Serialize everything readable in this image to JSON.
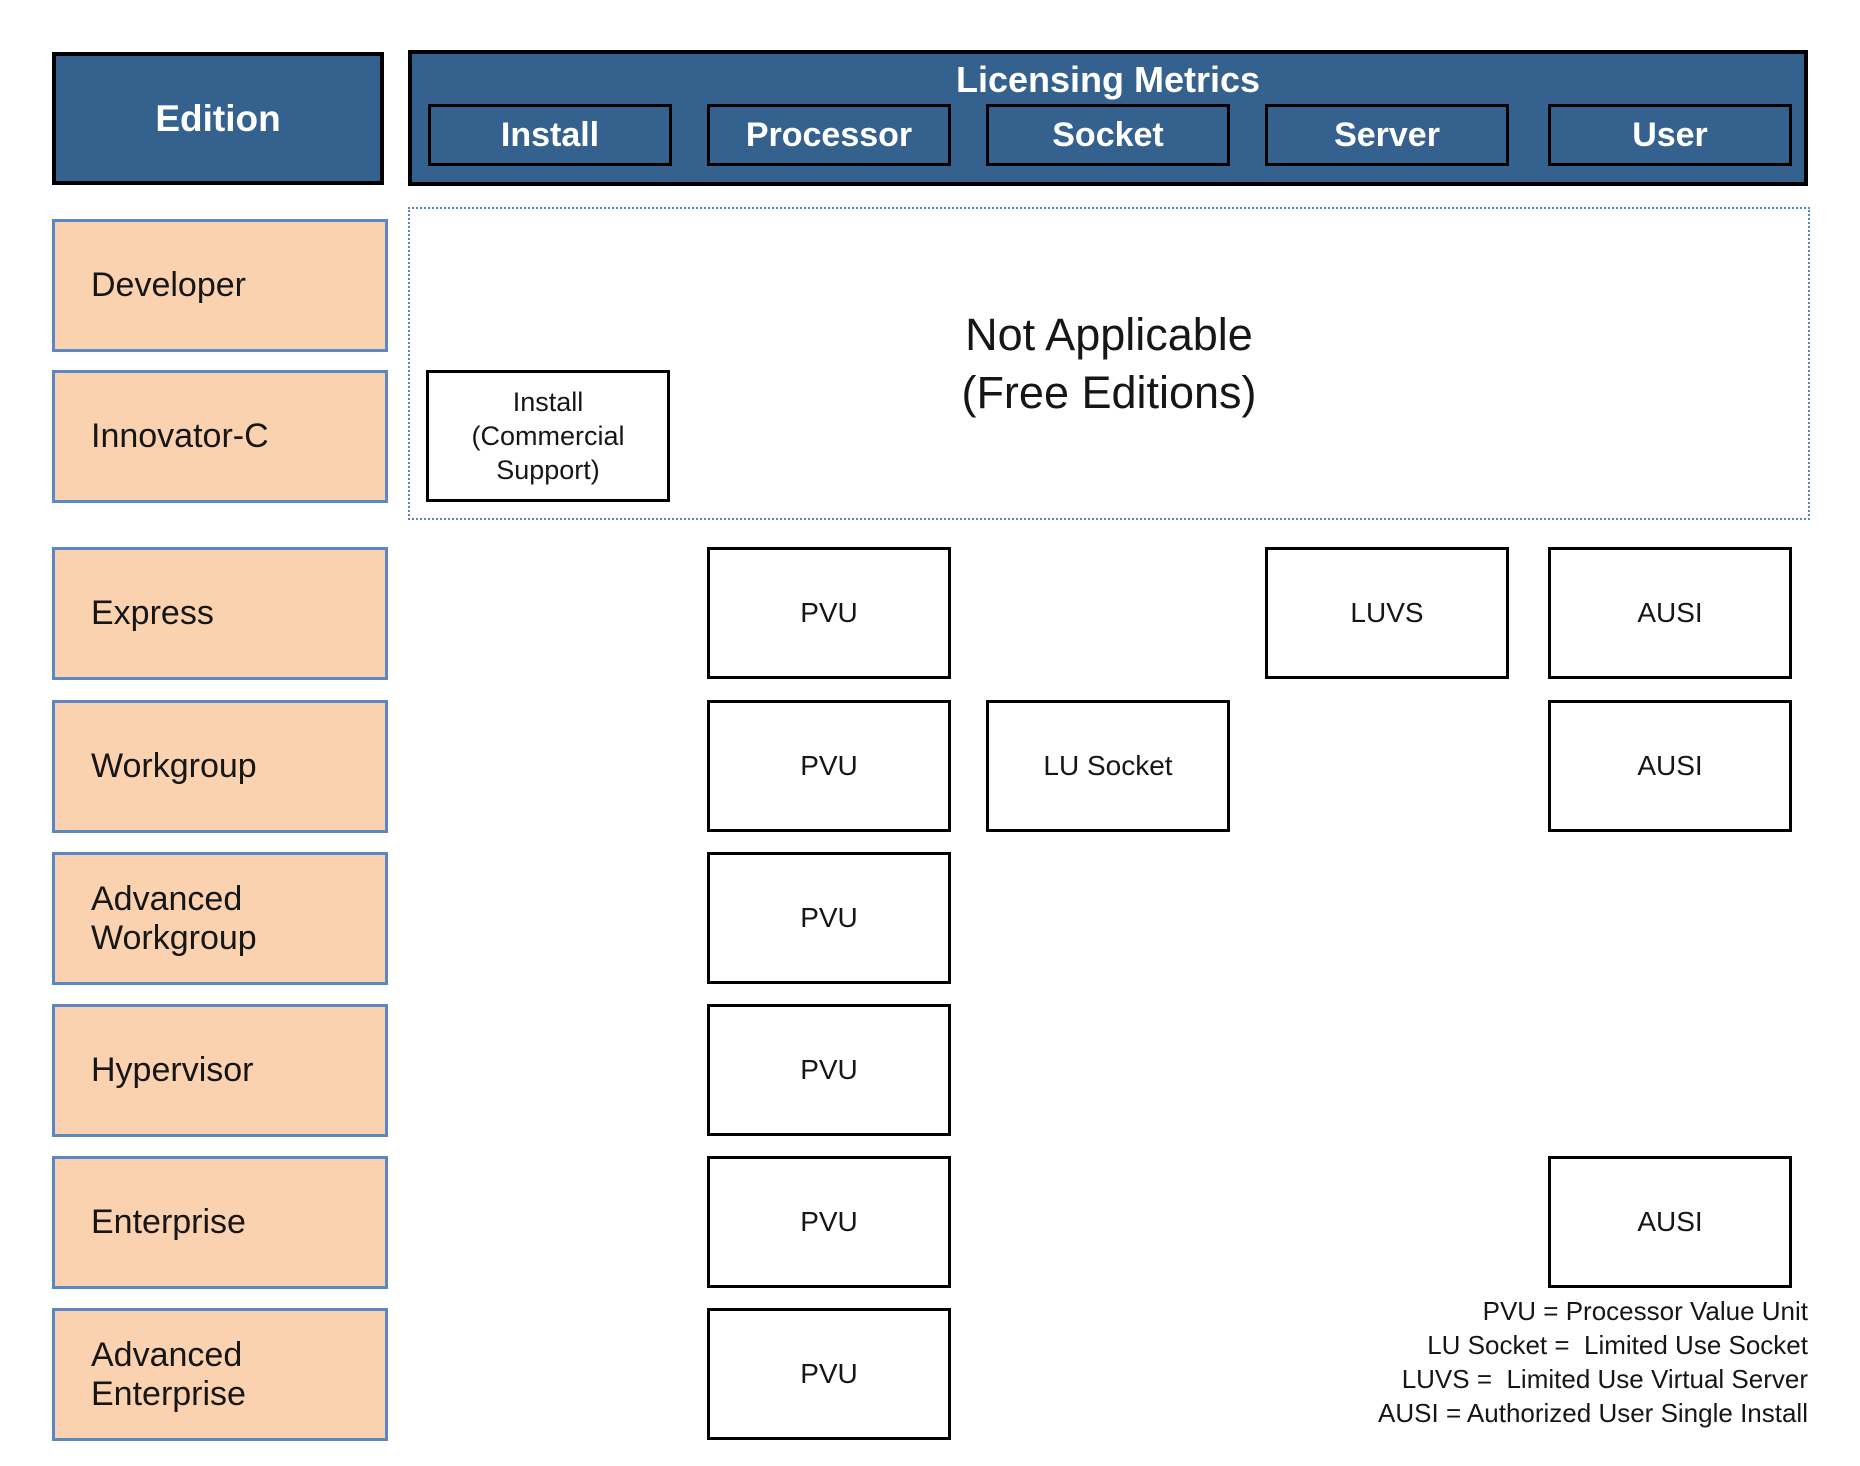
{
  "header": {
    "edition_label": "Edition",
    "metrics_title": "Licensing Metrics",
    "columns": [
      "Install",
      "Processor",
      "Socket",
      "Server",
      "User"
    ]
  },
  "editions": [
    {
      "label": "Developer"
    },
    {
      "label": "Innovator-C"
    },
    {
      "label": "Express"
    },
    {
      "label": "Workgroup"
    },
    {
      "label": "Advanced\nWorkgroup"
    },
    {
      "label": "Hypervisor"
    },
    {
      "label": "Enterprise"
    },
    {
      "label": "Advanced\nEnterprise"
    }
  ],
  "free_editions_note": "Not Applicable\n(Free Editions)",
  "cells": [
    {
      "edition": "Innovator-C",
      "metric": "Install",
      "label": "Install\n(Commercial\nSupport)"
    },
    {
      "edition": "Express",
      "metric": "Processor",
      "label": "PVU"
    },
    {
      "edition": "Express",
      "metric": "Server",
      "label": "LUVS"
    },
    {
      "edition": "Express",
      "metric": "User",
      "label": "AUSI"
    },
    {
      "edition": "Workgroup",
      "metric": "Processor",
      "label": "PVU"
    },
    {
      "edition": "Workgroup",
      "metric": "Socket",
      "label": "LU Socket"
    },
    {
      "edition": "Workgroup",
      "metric": "User",
      "label": "AUSI"
    },
    {
      "edition": "Advanced Workgroup",
      "metric": "Processor",
      "label": "PVU"
    },
    {
      "edition": "Hypervisor",
      "metric": "Processor",
      "label": "PVU"
    },
    {
      "edition": "Enterprise",
      "metric": "Processor",
      "label": "PVU"
    },
    {
      "edition": "Enterprise",
      "metric": "User",
      "label": "AUSI"
    },
    {
      "edition": "Advanced Enterprise",
      "metric": "Processor",
      "label": "PVU"
    }
  ],
  "legend": [
    "PVU = Processor Value Unit",
    "LU Socket =  Limited Use Socket",
    "LUVS =  Limited Use Virtual Server",
    "AUSI = Authorized User Single Install"
  ],
  "colors": {
    "header_blue": "#35618F",
    "header_text": "#FFFFFF",
    "edition_fill": "#FBD2AF",
    "edition_border": "#5B88C3",
    "dotted_border": "#5585C2",
    "box_border": "#000000",
    "text": "#161616",
    "background": "#FFFFFF"
  }
}
